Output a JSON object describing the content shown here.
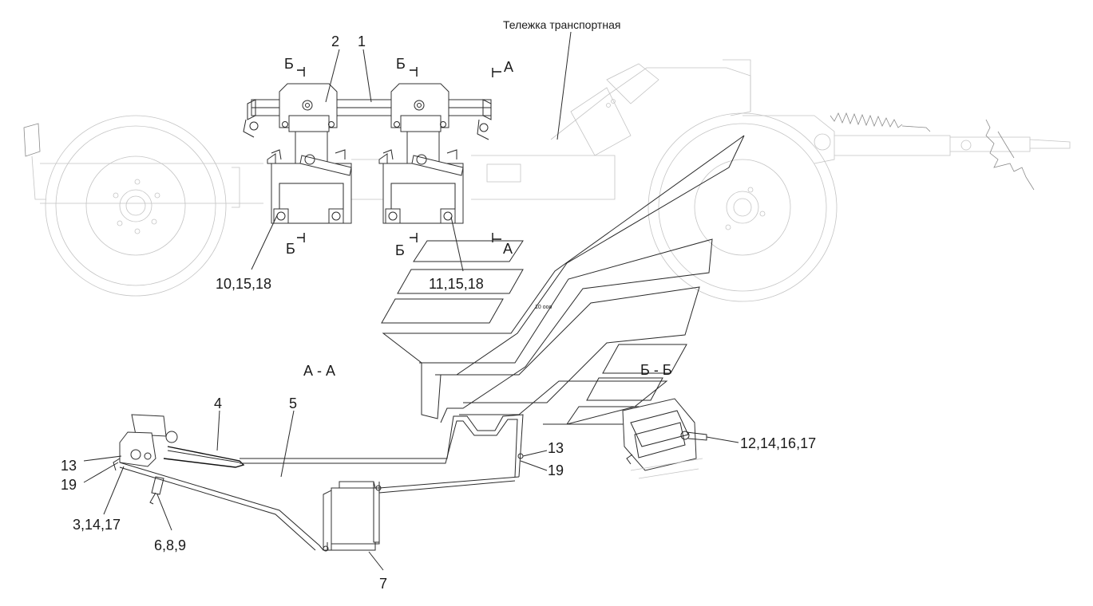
{
  "labels": {
    "cart_title": "Тележка транспортная",
    "section_aa": "А - А",
    "section_bb": "Б - Б",
    "b_top_left": "Б",
    "b_top_right": "Б",
    "b_bottom_left": "Б",
    "b_bottom_right": "Б",
    "a_top": "А",
    "a_bottom": "А",
    "n1": "1",
    "n2": "2",
    "n10": "10,15,18",
    "n11": "11,15,18",
    "n4": "4",
    "n5": "5",
    "n13_left": "13",
    "n19_left": "19",
    "n3": "3,14,17",
    "n6": "6,8,9",
    "n7": "7",
    "n13_right": "13",
    "n19_right": "19",
    "n12": "12,14,16,17"
  },
  "plate_text": "10 ооо"
}
